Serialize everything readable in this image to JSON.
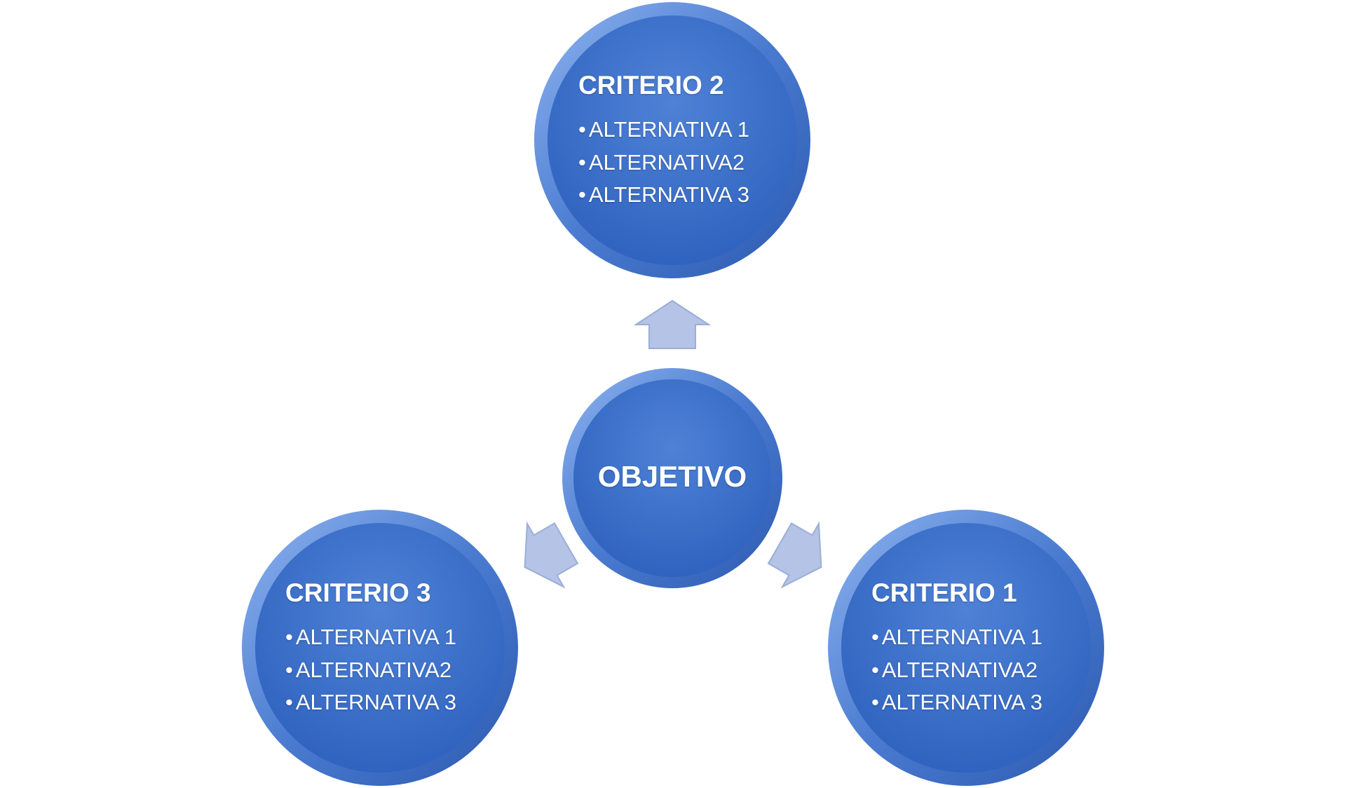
{
  "diagram": {
    "center": {
      "label": "OBJETIVO"
    },
    "criteria": [
      {
        "title": "CRITERIO 2",
        "items": [
          "ALTERNATIVA 1",
          "ALTERNATIVA2",
          "ALTERNATIVA 3"
        ]
      },
      {
        "title": "CRITERIO 3",
        "items": [
          "ALTERNATIVA 1",
          "ALTERNATIVA2",
          "ALTERNATIVA 3"
        ]
      },
      {
        "title": "CRITERIO 1",
        "items": [
          "ALTERNATIVA 1",
          "ALTERNATIVA2",
          "ALTERNATIVA 3"
        ]
      }
    ]
  },
  "colors": {
    "circle": "#3f72cc",
    "arrow": "#b4c3e6"
  }
}
